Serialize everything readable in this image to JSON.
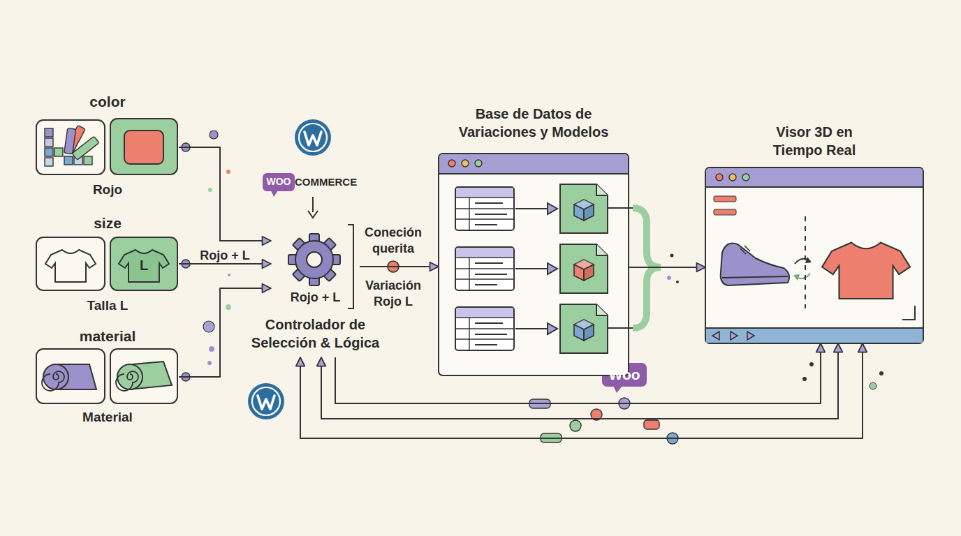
{
  "diagram": {
    "nodes": [
      {
        "text": [
          "color",
          "Rojo"
        ]
      },
      {
        "text": [
          "size",
          "Talla L"
        ]
      },
      {
        "text": [
          "material",
          "Material"
        ]
      },
      {
        "text": [
          "Rojo + L",
          "Controlador de Selección & Lógica"
        ]
      },
      {
        "text": [
          "Base de Datos de Variaciones y Modelos"
        ]
      },
      {
        "text": [
          "Visor 3D en Tiempo Real"
        ]
      }
    ],
    "edges": [
      {
        "from": 0,
        "to": 3,
        "arrow": "to"
      },
      {
        "from": 1,
        "to": 3,
        "label": "Rojo + L",
        "arrow": "to"
      },
      {
        "from": 2,
        "to": 3,
        "arrow": "to"
      },
      {
        "from": 3,
        "to": 4,
        "label": "Coneción querita",
        "arrow": "to"
      },
      {
        "from": 4,
        "to": 5,
        "arrow": "to"
      },
      {
        "from": 3,
        "to": 5,
        "arrow": "to"
      },
      {
        "from": 3,
        "to": 5,
        "arrow": "both"
      },
      {
        "from": 3,
        "to": 5,
        "arrow": "both"
      }
    ],
    "labels": [
      "Variación Rojo L",
      "L",
      "WOO",
      "COMMERCE",
      "Woo"
    ]
  }
}
